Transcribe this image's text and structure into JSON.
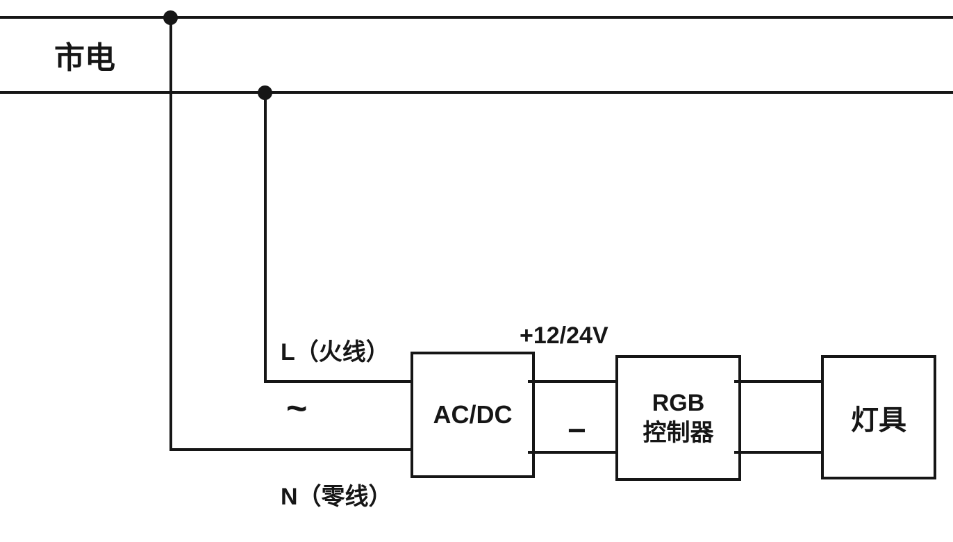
{
  "diagram": {
    "title": "AC/DC RGB lighting wiring diagram",
    "colors": {
      "line": "#161616",
      "background": "#ffffff"
    },
    "mains": {
      "label": "市电"
    },
    "wires": {
      "live_label": "L（火线）",
      "ac_symbol": "~",
      "neutral_label": "N（零线）",
      "dc_positive_label": "+12/24V",
      "dc_negative_label": "−"
    },
    "components": {
      "acdc": {
        "label": "AC/DC"
      },
      "controller": {
        "line1": "RGB",
        "line2": "控制器"
      },
      "lamp": {
        "label": "灯具"
      }
    }
  }
}
